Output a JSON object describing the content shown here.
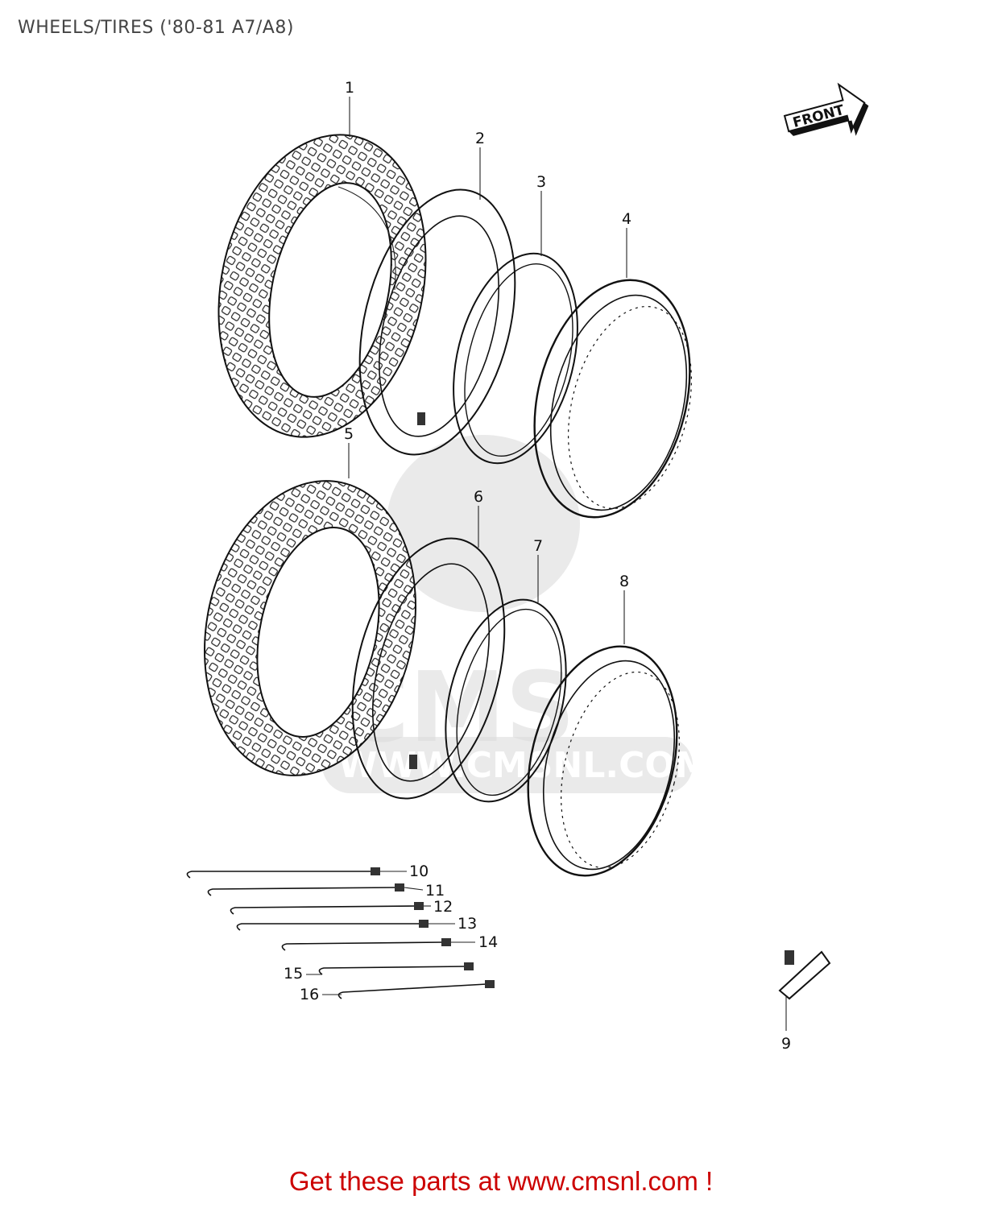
{
  "header": {
    "title": "WHEELS/TIRES ('80-81 A7/A8)"
  },
  "front_arrow": {
    "label": "FRONT"
  },
  "watermark": {
    "text": "WWW.CMSNL.COM",
    "brand": "CMS"
  },
  "callouts": {
    "c1": "1",
    "c2": "2",
    "c3": "3",
    "c4": "4",
    "c5": "5",
    "c6": "6",
    "c7": "7",
    "c8": "8",
    "c9": "9",
    "c10": "10",
    "c11": "11",
    "c12": "12",
    "c13": "13",
    "c14": "14",
    "c15": "15",
    "c16": "16"
  },
  "footer": {
    "link_text": "Get these parts at www.cmsnl.com !"
  }
}
